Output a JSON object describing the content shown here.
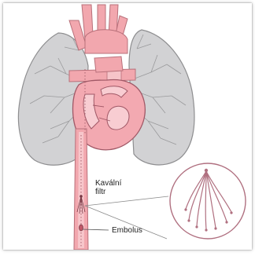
{
  "labels": {
    "filter_line1": "Kavální",
    "filter_line2": "filtr",
    "embolus": "Embolus"
  },
  "colors": {
    "lung_fill": "#d2d2d4",
    "lung_stroke": "#8e8e90",
    "vessel_pink": "#f2a7ae",
    "vessel_stroke": "#b8707a",
    "heart_pink": "#f3a9b1",
    "inset_stroke": "#b07080"
  },
  "icons": {
    "filter_detail": "vena-cava-filter-inset"
  }
}
